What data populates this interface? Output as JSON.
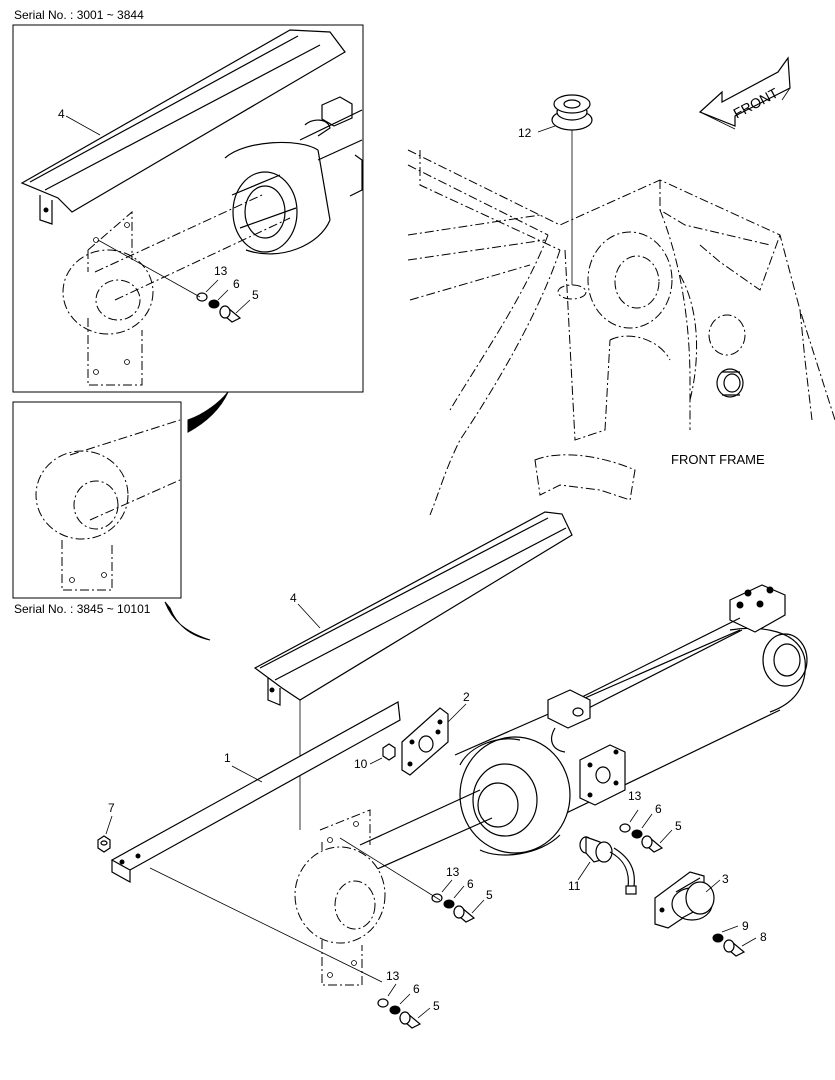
{
  "serial_ranges": {
    "top": "Serial No. : 3001 ~ 3844",
    "bottom": "Serial No. : 3845 ~ 10101"
  },
  "front_arrow_label": "FRONT",
  "frame_label": "FRONT FRAME",
  "callouts": {
    "inset_guard": "4",
    "inset_washer": "13",
    "inset_lockwasher": "6",
    "inset_bolt": "5",
    "grommet": "12",
    "main_guard": "4",
    "bracket_plate": "2",
    "bar": "1",
    "nut_10": "10",
    "nut_7": "7",
    "cyl_washer": "13",
    "cyl_lockwasher": "6",
    "cyl_bolt": "5",
    "mid_washer": "13",
    "mid_lockwasher": "6",
    "mid_bolt": "5",
    "sensor": "11",
    "cap": "3",
    "cap_washer": "9",
    "cap_bolt": "8",
    "low_washer": "13",
    "low_lockwasher": "6",
    "low_bolt": "5"
  }
}
